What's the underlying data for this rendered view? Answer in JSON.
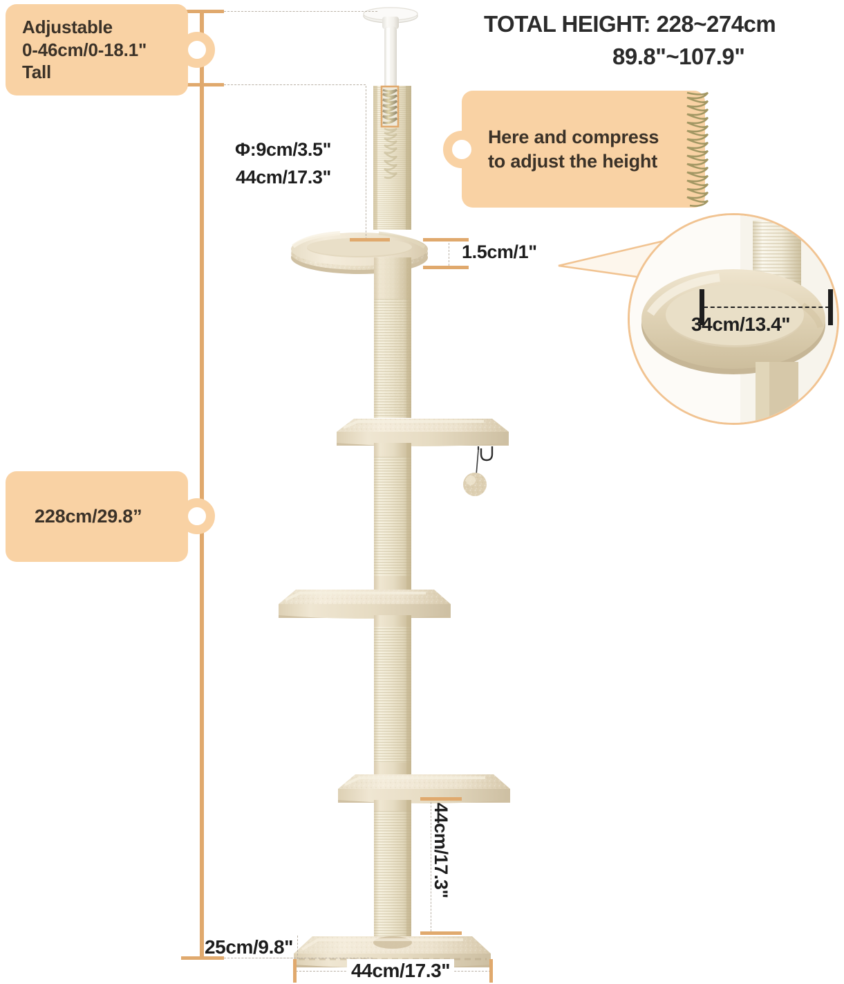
{
  "header": {
    "total_height_line1": "TOTAL HEIGHT: 228~274cm",
    "total_height_line2": "89.8\"~107.9\""
  },
  "callouts": [
    {
      "id": "adjustable",
      "text": "Adjustable\n0-46cm/0-18.1\"\nTall"
    },
    {
      "id": "spring",
      "text": "Here and compress\nto adjust the height"
    },
    {
      "id": "total-228",
      "text": "228cm/29.8”"
    }
  ],
  "dimensions": {
    "post_diameter": "Φ:9cm/3.5\"",
    "post_section": "44cm/17.3\"",
    "platform_thickness": "1.5cm/1\"",
    "bed_diameter": "34cm/13.4\"",
    "lower_post_section": "44cm/17.3\"",
    "base_thickness": "25cm/9.8\"",
    "base_width": "44cm/17.3\""
  },
  "colors": {
    "callout_fill": "#f9d2a4",
    "line_orange": "#e0a96d",
    "text_dark": "#1d1d1d",
    "plush_beige": "#e8dcc4",
    "sisal_cream": "#efe8d2",
    "pole_white": "#f4f3ef"
  },
  "icons": {
    "tag_hole": "tag-hole-icon",
    "spring": "spring-coil-icon",
    "ball_toy": "dangling-ball-toy-icon"
  }
}
